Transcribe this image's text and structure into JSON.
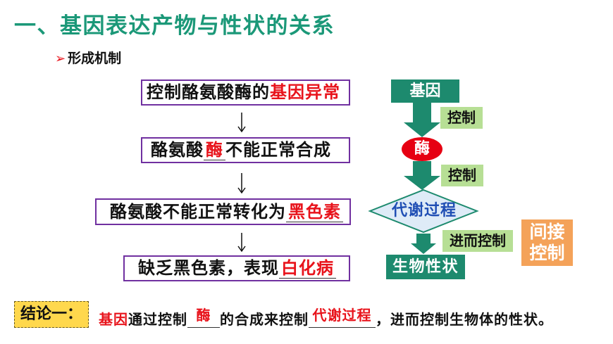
{
  "title": "一、基因表达产物与性状的关系",
  "subtitle": {
    "bullet": "➢",
    "text": "形成机制"
  },
  "left_flow": {
    "step1": {
      "normal": "控制酪氨酸酶的",
      "highlight": "基因异常"
    },
    "step2": {
      "before": "酪氨酸",
      "highlight": "酶",
      "after": "不能正常合成"
    },
    "step3": {
      "normal": "酪氨酸不能正常转化为",
      "highlight": "黑色素"
    },
    "step4": {
      "normal": "缺乏黑色素，表现",
      "highlight": "白化病"
    }
  },
  "right_flow": {
    "gene": "基因",
    "control_1": "控制",
    "enzyme": "酶",
    "control_2": "控制",
    "metabolism": "代谢过程",
    "further_control": "进而控制",
    "indirect_line1": "间接",
    "indirect_line2": "控制",
    "trait": "生物性状"
  },
  "conclusion": {
    "label": "结论一：",
    "part1": "基因",
    "part2": "通过控制",
    "blank1": "酶",
    "part3": "的合成来控制",
    "blank2": "代谢过程",
    "part4": "，进而控制生物体的性状。"
  },
  "colors": {
    "title": "#1b9878",
    "red": "#e8131b",
    "purple": "#7030a0",
    "teal": "#1d8a6e",
    "green": "#b7df95",
    "enzyme": "#e60012",
    "dfill": "#deebf7",
    "dtext": "#1f4eb4",
    "orange": "#f4a259",
    "yellow": "#ffd84d"
  }
}
